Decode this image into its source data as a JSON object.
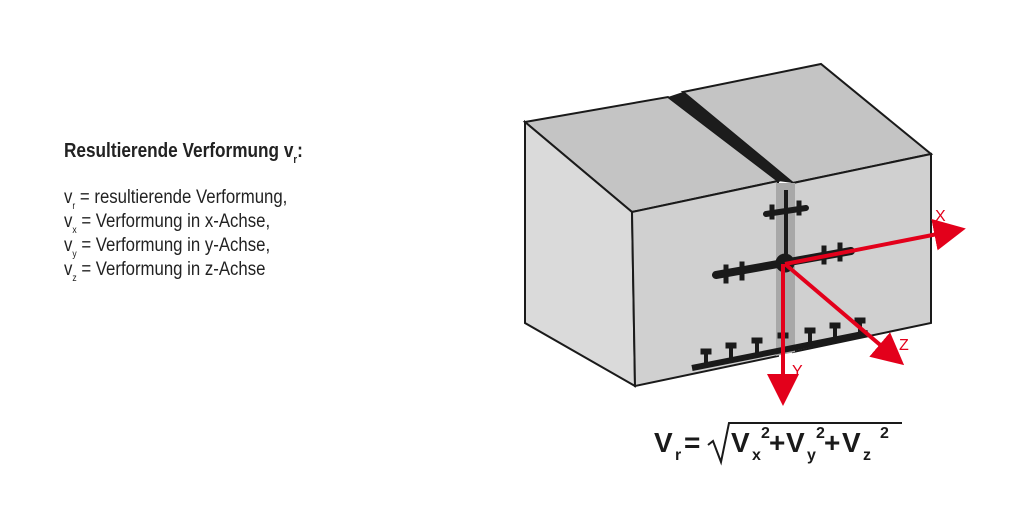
{
  "legend": {
    "title": {
      "main": "Resultierende Verformung v",
      "sub": "r",
      "suffix": ":"
    },
    "items": [
      {
        "var": "v",
        "sub": "r",
        "text": " = resultierende Verformung,"
      },
      {
        "var": "v",
        "sub": "x",
        "text": " = Verformung in x-Achse,"
      },
      {
        "var": "v",
        "sub": "y",
        "text": " = Verformung in y-Achse,"
      },
      {
        "var": "v",
        "sub": "z",
        "text": " = Verformung in z-Achse"
      }
    ]
  },
  "axes": {
    "x": "X",
    "y": "Y",
    "z": "Z"
  },
  "formula": {
    "lhs": "V",
    "lhs_sub": "r",
    "eq": "=",
    "t1": "V",
    "t1_sub": "x",
    "t1_exp": "2",
    "plus1": "+",
    "t2": "V",
    "t2_sub": "y",
    "t2_exp": "2",
    "plus2": "+",
    "t3": "V",
    "t3_sub": "z",
    "t3_exp": "2"
  },
  "colors": {
    "axis": "#e3001b",
    "block_front": "#d0d0d0",
    "block_top": "#c2c2c2",
    "block_side": "#dadada",
    "outline": "#1a1a1a"
  }
}
